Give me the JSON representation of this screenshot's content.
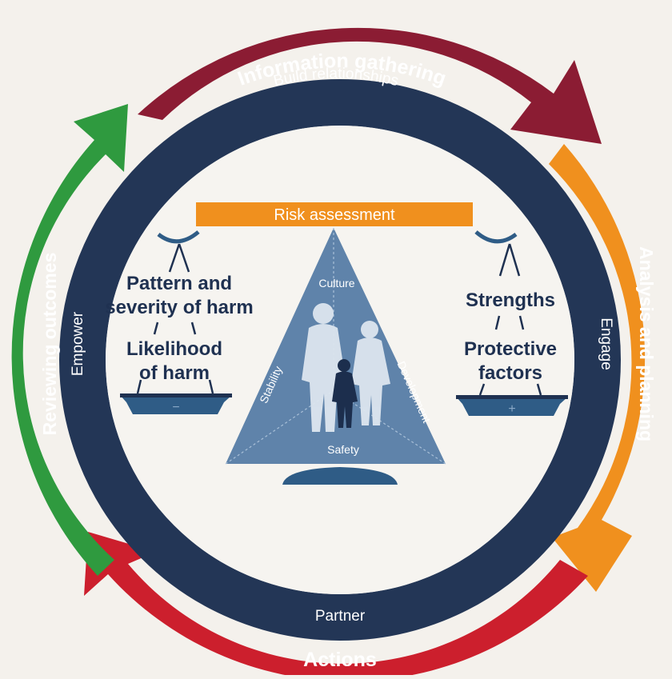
{
  "cycle": {
    "information_gathering": "Information gathering",
    "analysis_and_planning": "Analysis and planning",
    "actions": "Actions",
    "reviewing_outcomes": "Reviewing outcomes"
  },
  "ring": {
    "build_relationships": "Build relationships",
    "engage": "Engage",
    "partner": "Partner",
    "empower": "Empower"
  },
  "scale": {
    "title": "Risk assessment",
    "left_top": [
      "Pattern and",
      "severity of harm"
    ],
    "left_bottom": [
      "Likelihood",
      "of harm"
    ],
    "right_top": "Strengths",
    "right_bottom": [
      "Protective",
      "factors"
    ],
    "left_pan_sign": "−",
    "right_pan_sign": "+"
  },
  "triangle": {
    "culture": "Culture",
    "stability": "Stability",
    "development": "Development",
    "safety": "Safety"
  },
  "colors": {
    "information_gathering": "#8b1c33",
    "analysis_and_planning": "#f0901e",
    "actions": "#cc1f2d",
    "reviewing_outcomes": "#2f9a3f",
    "ring": "#233656",
    "beam": "#f0901e",
    "triangle": "#5f83aa",
    "pan": "#2f5c86"
  }
}
